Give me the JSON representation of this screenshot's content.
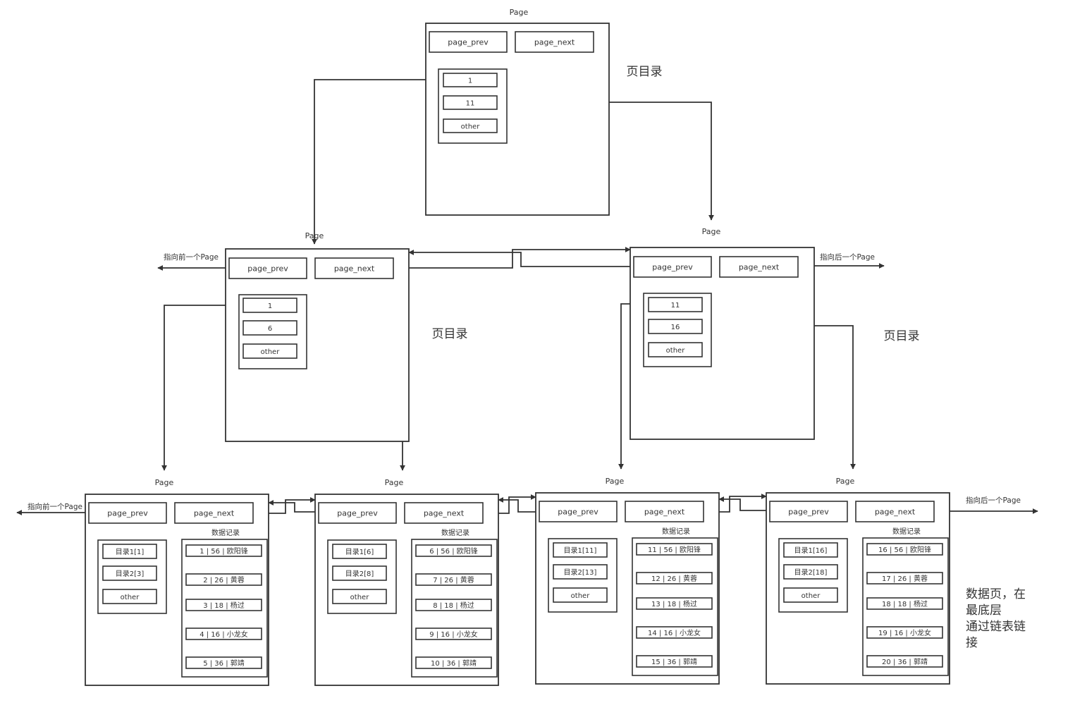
{
  "labels": {
    "page": "Page",
    "page_prev": "page_prev",
    "page_next": "page_next",
    "page_directory": "页目录",
    "data_records": "数据记录",
    "to_prev_page": "指向前一个Page",
    "to_next_page": "指向后一个Page"
  },
  "root": {
    "directory": [
      "1",
      "11",
      "other"
    ]
  },
  "index_pages": [
    {
      "directory": [
        "1",
        "6",
        "other"
      ]
    },
    {
      "directory": [
        "11",
        "16",
        "other"
      ]
    }
  ],
  "data_pages": [
    {
      "directory": [
        "目录1[1]",
        "目录2[3]",
        "other"
      ],
      "records": [
        "1 | 56 | 欧阳锋",
        "2 | 26 | 黄蓉",
        "3 | 18 | 杨过",
        "4 | 16 | 小龙女",
        "5 | 36 | 郭靖"
      ]
    },
    {
      "directory": [
        "目录1[6]",
        "目录2[8]",
        "other"
      ],
      "records": [
        "6 | 56 | 欧阳锋",
        "7 | 26 | 黄蓉",
        "8 | 18 | 杨过",
        "9 | 16 | 小龙女",
        "10 | 36 | 郭靖"
      ]
    },
    {
      "directory": [
        "目录1[11]",
        "目录2[13]",
        "other"
      ],
      "records": [
        "11 | 56 | 欧阳锋",
        "12 | 26 | 黄蓉",
        "13 | 18 | 杨过",
        "14 | 16 | 小龙女",
        "15 | 36 | 郭靖"
      ]
    },
    {
      "directory": [
        "目录1[16]",
        "目录2[18]",
        "other"
      ],
      "records": [
        "16 | 56 | 欧阳锋",
        "17 | 26 | 黄蓉",
        "18 | 18 | 杨过",
        "19 | 16 | 小龙女",
        "20 | 36 | 郭靖"
      ]
    }
  ],
  "note": "数据页，在\n最底层\n通过链表链\n接"
}
